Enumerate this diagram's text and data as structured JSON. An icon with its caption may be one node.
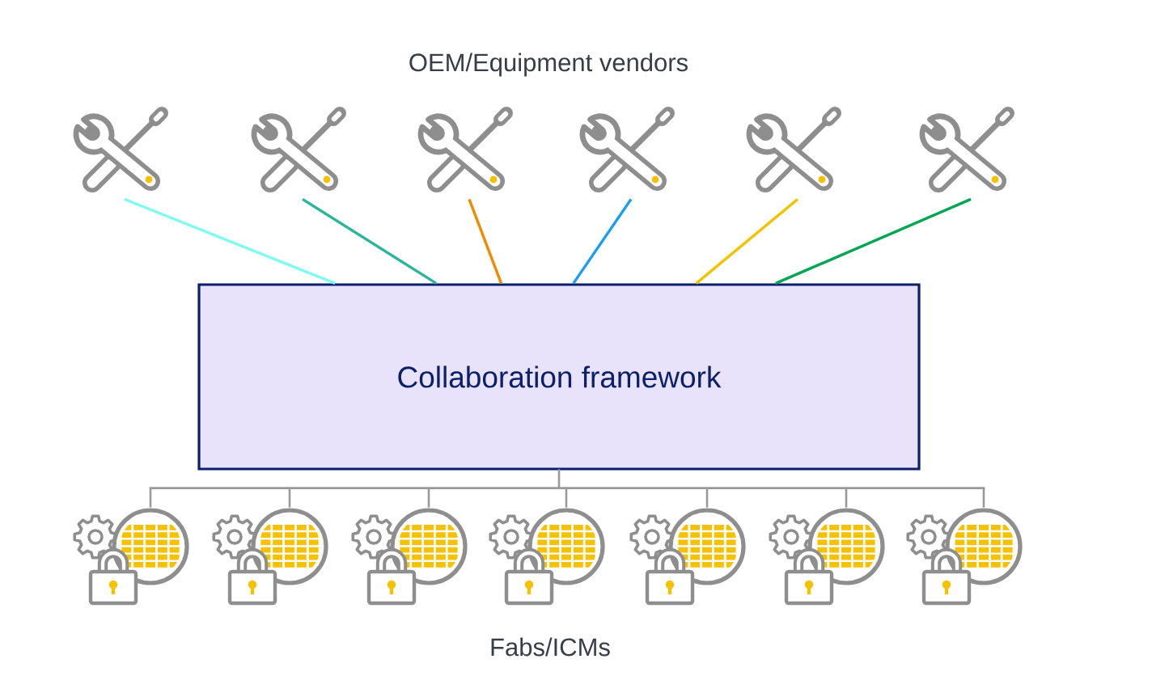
{
  "diagram": {
    "nodes": [
      {
        "text": [],
        "shape": "picture"
      },
      {
        "text": [],
        "shape": "picture"
      },
      {
        "text": [],
        "shape": "picture"
      },
      {
        "text": [],
        "shape": "picture"
      },
      {
        "text": [],
        "shape": "picture"
      },
      {
        "text": [],
        "shape": "picture"
      },
      {
        "text": [
          "Collaboration framework"
        ]
      },
      {
        "text": [],
        "shape": "picture"
      },
      {
        "text": [],
        "shape": "picture"
      },
      {
        "text": [],
        "shape": "picture"
      },
      {
        "text": [],
        "shape": "picture"
      },
      {
        "text": [],
        "shape": "picture"
      },
      {
        "text": [],
        "shape": "picture"
      },
      {
        "text": [],
        "shape": "picture"
      }
    ],
    "edges": [
      {
        "from": 0,
        "to": 6,
        "arrow": "none",
        "color": "#80fbf0"
      },
      {
        "from": 1,
        "to": 6,
        "arrow": "none",
        "color": "#2bb69b"
      },
      {
        "from": 2,
        "to": 6,
        "arrow": "none",
        "color": "#f28a00"
      },
      {
        "from": 3,
        "to": 6,
        "arrow": "none",
        "color": "#1a9ff0"
      },
      {
        "from": 4,
        "to": 6,
        "arrow": "none",
        "color": "#f3c300"
      },
      {
        "from": 5,
        "to": 6,
        "arrow": "none",
        "color": "#00a651"
      },
      {
        "from": 6,
        "to": 7,
        "arrow": "none"
      },
      {
        "from": 6,
        "to": 8,
        "arrow": "none"
      },
      {
        "from": 6,
        "to": 9,
        "arrow": "none"
      },
      {
        "from": 6,
        "to": 10,
        "arrow": "none"
      },
      {
        "from": 6,
        "to": 11,
        "arrow": "none"
      },
      {
        "from": 6,
        "to": 12,
        "arrow": "none"
      },
      {
        "from": 6,
        "to": 13,
        "arrow": "none"
      }
    ],
    "labels": [
      "OEM/Equipment vendors",
      "Fabs/ICMs"
    ]
  }
}
